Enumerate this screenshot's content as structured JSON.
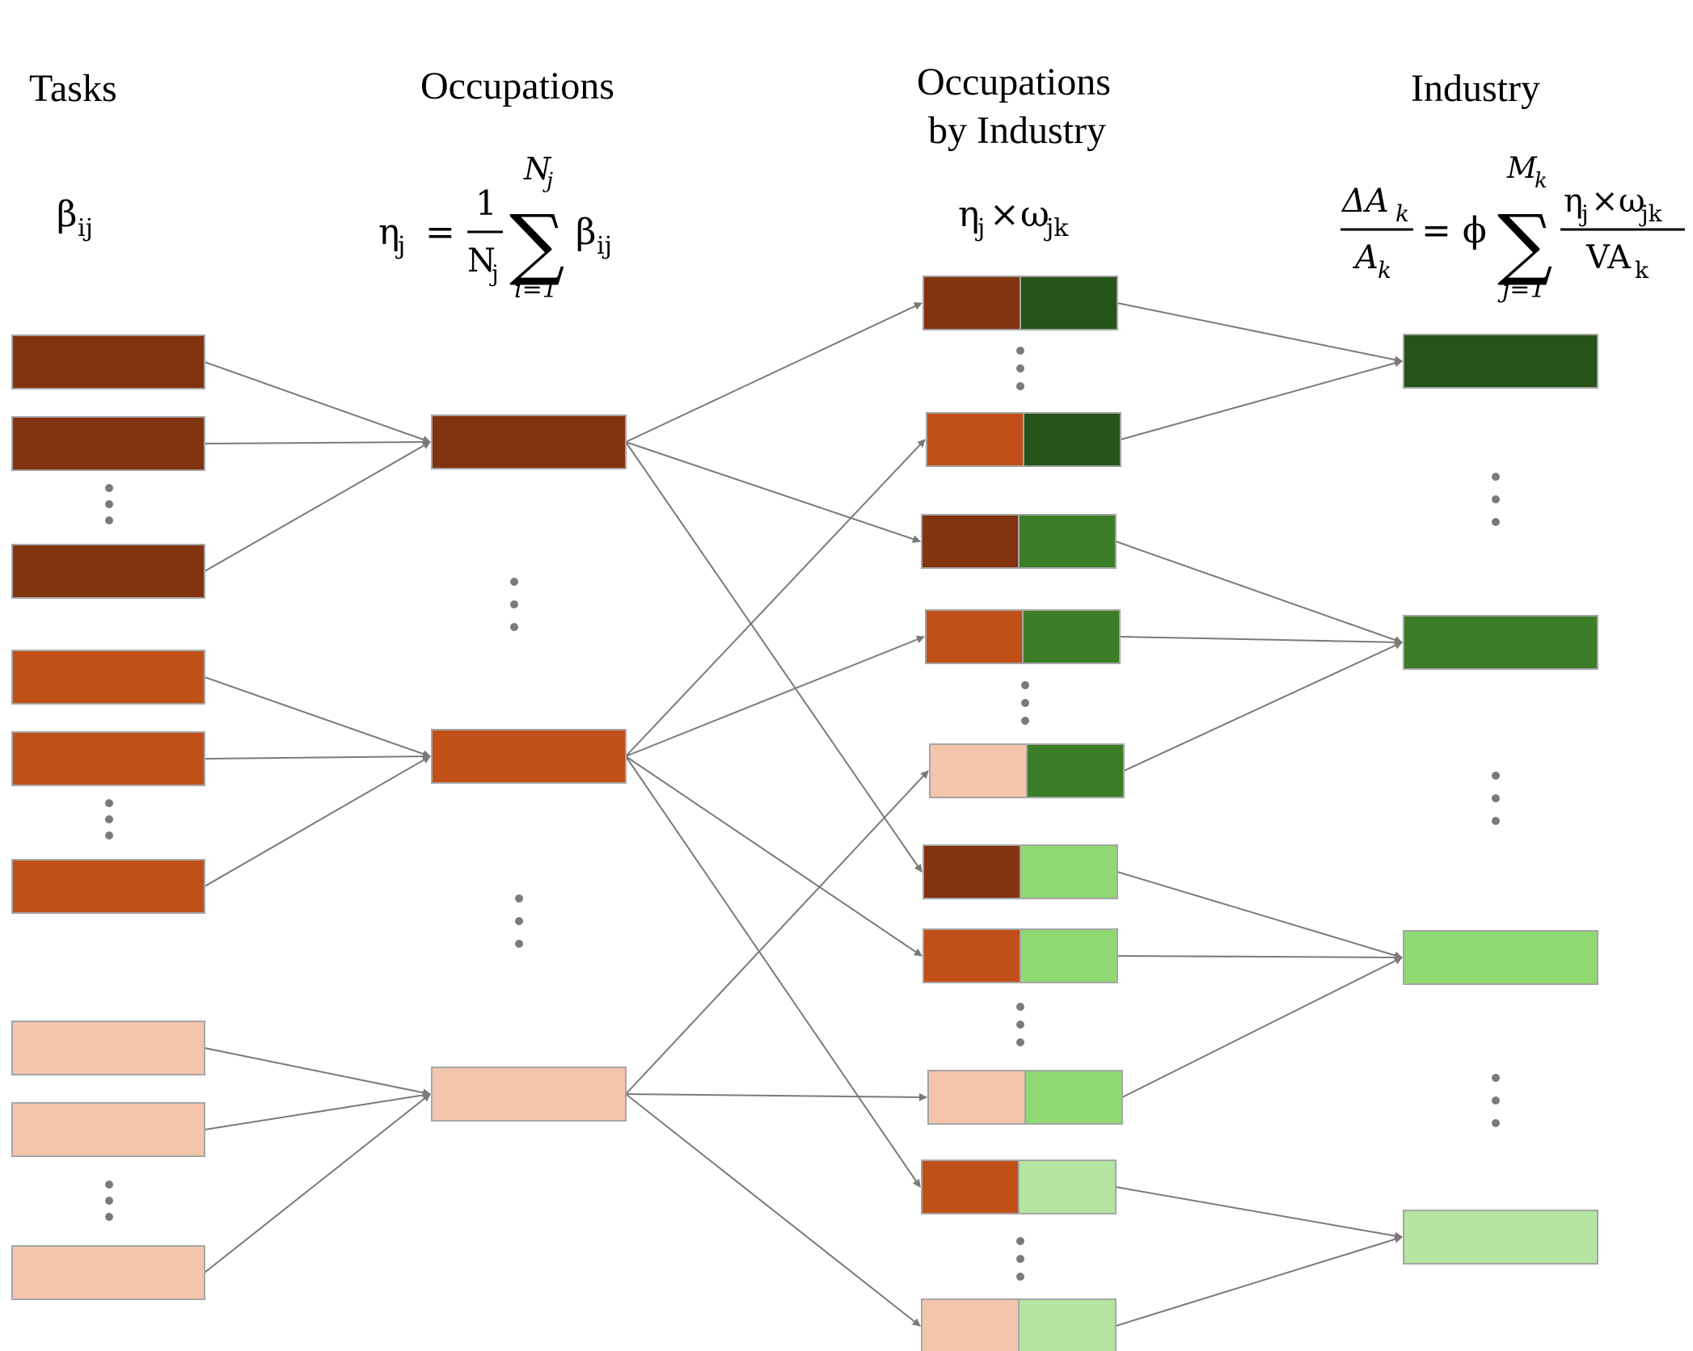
{
  "headers": {
    "tasks": "Tasks",
    "occupations": "Occupations",
    "occ_by_industry_line1": "Occupations",
    "occ_by_industry_line2": "by Industry",
    "industry": "Industry"
  },
  "formulas": {
    "tasks": {
      "symbol": "β",
      "sub": "ij"
    },
    "occupations": {
      "lhs": "η",
      "lhs_sub": "j",
      "eq": "=",
      "frac_num": "1",
      "frac_den": "N",
      "frac_den_sub": "j",
      "sigma": "∑",
      "upper": "N",
      "upper_sub": "j",
      "lower": "i=1",
      "term": "β",
      "term_sub": "ij"
    },
    "occ_by_industry": {
      "a": "η",
      "a_sub": "j",
      "times": "×",
      "b": "ω",
      "b_sub": "jk"
    },
    "industry": {
      "num": "ΔA",
      "num_sub": "k",
      "den": "A",
      "den_sub": "k",
      "eq": "= ϕ",
      "sigma": "∑",
      "upper": "M",
      "upper_sub": "k",
      "lower": "j=1",
      "term_num_a": "η",
      "term_num_a_sub": "j",
      "term_num_times": "×",
      "term_num_b": "ω",
      "term_num_b_sub": "jk",
      "term_den": "VA",
      "term_den_sub": "k"
    }
  },
  "colors": {
    "occupation_shades": [
      "#823310",
      "#c05018",
      "#f5c5ab"
    ],
    "industry_shades": [
      "#25531a",
      "#3b7e27",
      "#8fd872",
      "#b4e5a1"
    ],
    "edge": "#7a7a7a",
    "box_border": "#a6a6a6"
  },
  "structure": {
    "task_groups": 3,
    "tasks_per_group_shown": 3,
    "occupations_shown": 3,
    "occ_by_industry_pairs": [
      [
        0,
        0
      ],
      [
        1,
        0
      ],
      [
        0,
        1
      ],
      [
        1,
        1
      ],
      [
        2,
        1
      ],
      [
        0,
        2
      ],
      [
        1,
        2
      ],
      [
        2,
        2
      ],
      [
        1,
        3
      ],
      [
        2,
        3
      ]
    ],
    "industries_shown": 4,
    "occupation_to_pair_links": [
      [
        0,
        0
      ],
      [
        0,
        2
      ],
      [
        0,
        5
      ],
      [
        1,
        1
      ],
      [
        1,
        3
      ],
      [
        1,
        6
      ],
      [
        1,
        8
      ],
      [
        2,
        4
      ],
      [
        2,
        7
      ],
      [
        2,
        9
      ]
    ],
    "pair_to_industry_links": [
      [
        0,
        0
      ],
      [
        1,
        0
      ],
      [
        2,
        1
      ],
      [
        3,
        1
      ],
      [
        4,
        1
      ],
      [
        5,
        2
      ],
      [
        6,
        2
      ],
      [
        7,
        2
      ],
      [
        8,
        3
      ],
      [
        9,
        3
      ]
    ]
  }
}
